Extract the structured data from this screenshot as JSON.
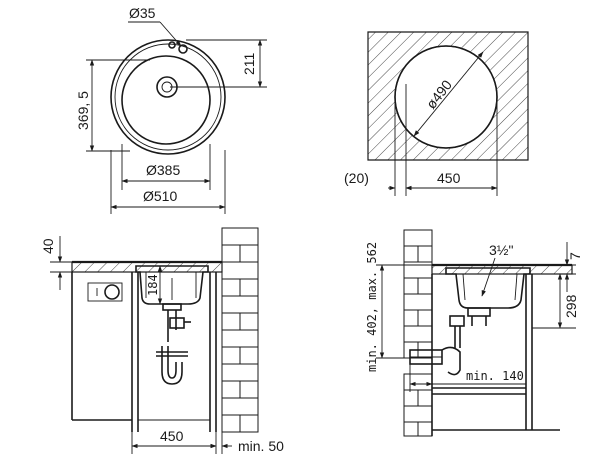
{
  "views": {
    "top_view": {
      "labels": {
        "tap_hole": "Ø35",
        "offset": "211",
        "depth": "369, 5",
        "bowl_diameter": "Ø385",
        "outer_diameter": "Ø510"
      }
    },
    "cutout_view": {
      "labels": {
        "cutout_diameter": "ø490",
        "edge_gap": "(20)",
        "width": "450"
      }
    },
    "front_view": {
      "labels": {
        "thickness": "40",
        "bowl_depth": "184",
        "cabinet_width": "450",
        "min_clearance": "min. 50"
      }
    },
    "side_view": {
      "labels": {
        "outlet_size": "3½\"",
        "top_offset": "7",
        "height_range": "min. 402, max. 562",
        "sink_depth": "298",
        "min_depth": "min. 140"
      }
    }
  },
  "colors": {
    "line": "#1a1a1a",
    "background": "#ffffff"
  }
}
